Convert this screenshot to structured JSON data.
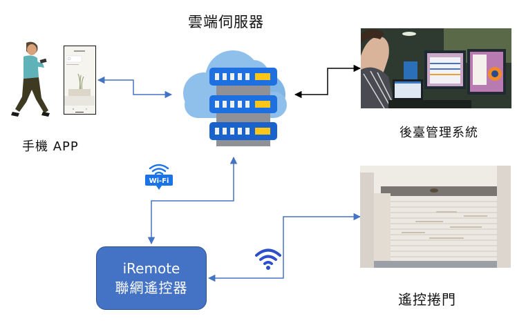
{
  "diagram": {
    "nodes": {
      "cloud_server": {
        "label": "雲端伺服器",
        "icon": "cloud-server-icon"
      },
      "mobile_app": {
        "label": "手機 APP",
        "icon": "person-with-phone-icon"
      },
      "backend": {
        "label": "後臺管理系統",
        "icon": "admin-workstation-photo"
      },
      "controller": {
        "label_line1": "iRemote",
        "label_line2": "聯網遙控器"
      },
      "door": {
        "label": "遙控捲門",
        "icon": "roller-shutter-door-photo"
      }
    },
    "badges": {
      "wifi_badge": {
        "text": "Wi-Fi",
        "icon": "wifi-icon"
      },
      "wireless_signal": {
        "icon": "wifi-signal-icon"
      }
    },
    "edges": [
      {
        "from": "mobile_app",
        "to": "cloud_server",
        "direction": "bidirectional"
      },
      {
        "from": "cloud_server",
        "to": "backend",
        "direction": "bidirectional"
      },
      {
        "from": "controller",
        "to": "cloud_server",
        "direction": "bidirectional",
        "via": "Wi-Fi"
      },
      {
        "from": "controller",
        "to": "door",
        "direction": "bidirectional",
        "via": "wireless"
      }
    ],
    "colors": {
      "connector_blue": "#4472c4",
      "connector_black": "#000000",
      "controller_fill": "#4472c4",
      "wifi_badge": "#1a73e8",
      "cloud": "#90c2ee",
      "server_blue": "#1e6fe0",
      "server_led": "#ffc61a"
    }
  }
}
